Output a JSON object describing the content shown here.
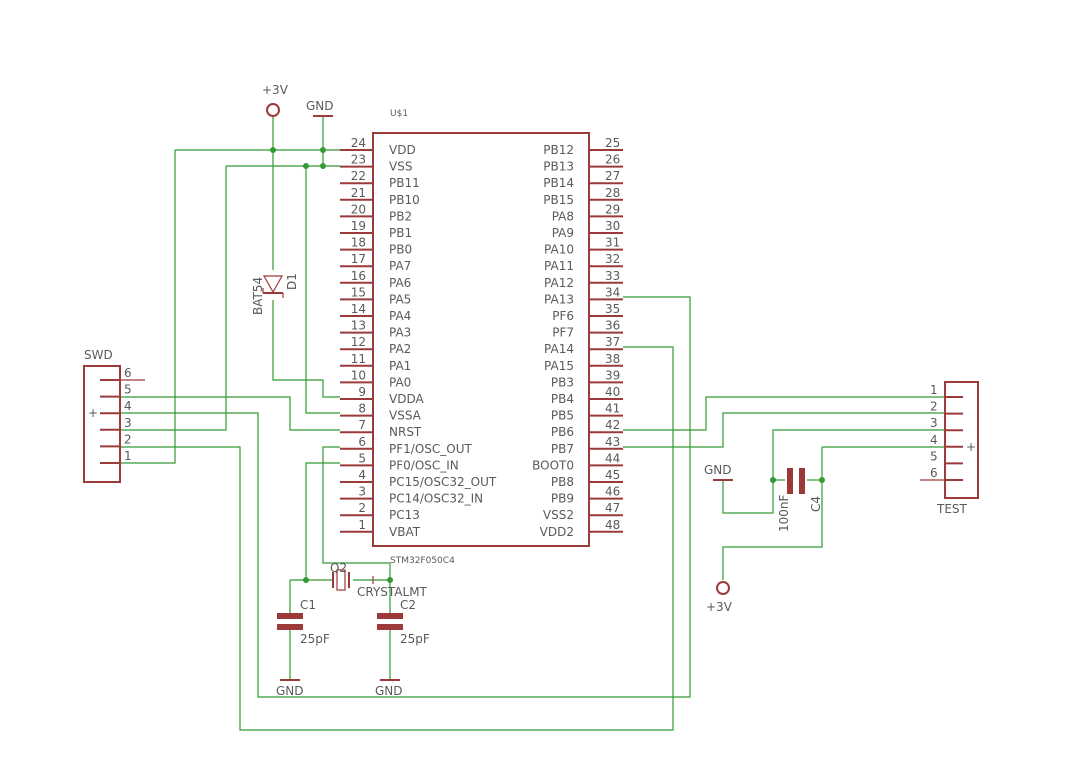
{
  "mcu": {
    "ref": "U$1",
    "part": "STM32F050C4",
    "left_pins": [
      {
        "num": "24",
        "name": "VDD"
      },
      {
        "num": "23",
        "name": "VSS"
      },
      {
        "num": "22",
        "name": "PB11"
      },
      {
        "num": "21",
        "name": "PB10"
      },
      {
        "num": "20",
        "name": "PB2"
      },
      {
        "num": "19",
        "name": "PB1"
      },
      {
        "num": "18",
        "name": "PB0"
      },
      {
        "num": "17",
        "name": "PA7"
      },
      {
        "num": "16",
        "name": "PA6"
      },
      {
        "num": "15",
        "name": "PA5"
      },
      {
        "num": "14",
        "name": "PA4"
      },
      {
        "num": "13",
        "name": "PA3"
      },
      {
        "num": "12",
        "name": "PA2"
      },
      {
        "num": "11",
        "name": "PA1"
      },
      {
        "num": "10",
        "name": "PA0"
      },
      {
        "num": "9",
        "name": "VDDA"
      },
      {
        "num": "8",
        "name": "VSSA"
      },
      {
        "num": "7",
        "name": "NRST"
      },
      {
        "num": "6",
        "name": "PF1/OSC_OUT"
      },
      {
        "num": "5",
        "name": "PF0/OSC_IN"
      },
      {
        "num": "4",
        "name": "PC15/OSC32_OUT"
      },
      {
        "num": "3",
        "name": "PC14/OSC32_IN"
      },
      {
        "num": "2",
        "name": "PC13"
      },
      {
        "num": "1",
        "name": "VBAT"
      }
    ],
    "right_pins": [
      {
        "num": "25",
        "name": "PB12"
      },
      {
        "num": "26",
        "name": "PB13"
      },
      {
        "num": "27",
        "name": "PB14"
      },
      {
        "num": "28",
        "name": "PB15"
      },
      {
        "num": "29",
        "name": "PA8"
      },
      {
        "num": "30",
        "name": "PA9"
      },
      {
        "num": "31",
        "name": "PA10"
      },
      {
        "num": "32",
        "name": "PA11"
      },
      {
        "num": "33",
        "name": "PA12"
      },
      {
        "num": "34",
        "name": "PA13"
      },
      {
        "num": "35",
        "name": "PF6"
      },
      {
        "num": "36",
        "name": "PF7"
      },
      {
        "num": "37",
        "name": "PA14"
      },
      {
        "num": "38",
        "name": "PA15"
      },
      {
        "num": "39",
        "name": "PB3"
      },
      {
        "num": "40",
        "name": "PB4"
      },
      {
        "num": "41",
        "name": "PB5"
      },
      {
        "num": "42",
        "name": "PB6"
      },
      {
        "num": "43",
        "name": "PB7"
      },
      {
        "num": "44",
        "name": "BOOT0"
      },
      {
        "num": "45",
        "name": "PB8"
      },
      {
        "num": "46",
        "name": "PB9"
      },
      {
        "num": "47",
        "name": "VSS2"
      },
      {
        "num": "48",
        "name": "VDD2"
      }
    ]
  },
  "swd": {
    "label": "SWD",
    "pins": [
      "6",
      "5",
      "4",
      "3",
      "2",
      "1"
    ],
    "plus": "+"
  },
  "test": {
    "label": "TEST",
    "pins": [
      "1",
      "2",
      "3",
      "4",
      "5",
      "6"
    ],
    "plus": "+"
  },
  "power": {
    "vcc": "+3V",
    "gnd": "GND"
  },
  "diode": {
    "ref": "D1",
    "part": "BAT54"
  },
  "crystal": {
    "ref": "Q2",
    "part": "CRYSTALMT"
  },
  "c1": {
    "ref": "C1",
    "value": "25pF"
  },
  "c2": {
    "ref": "C2",
    "value": "25pF"
  },
  "c4": {
    "ref": "C4",
    "value": "100nF"
  },
  "colors": {
    "wire": "#339933",
    "symbol": "#9c3a3a",
    "text": "#5a5a5a"
  }
}
